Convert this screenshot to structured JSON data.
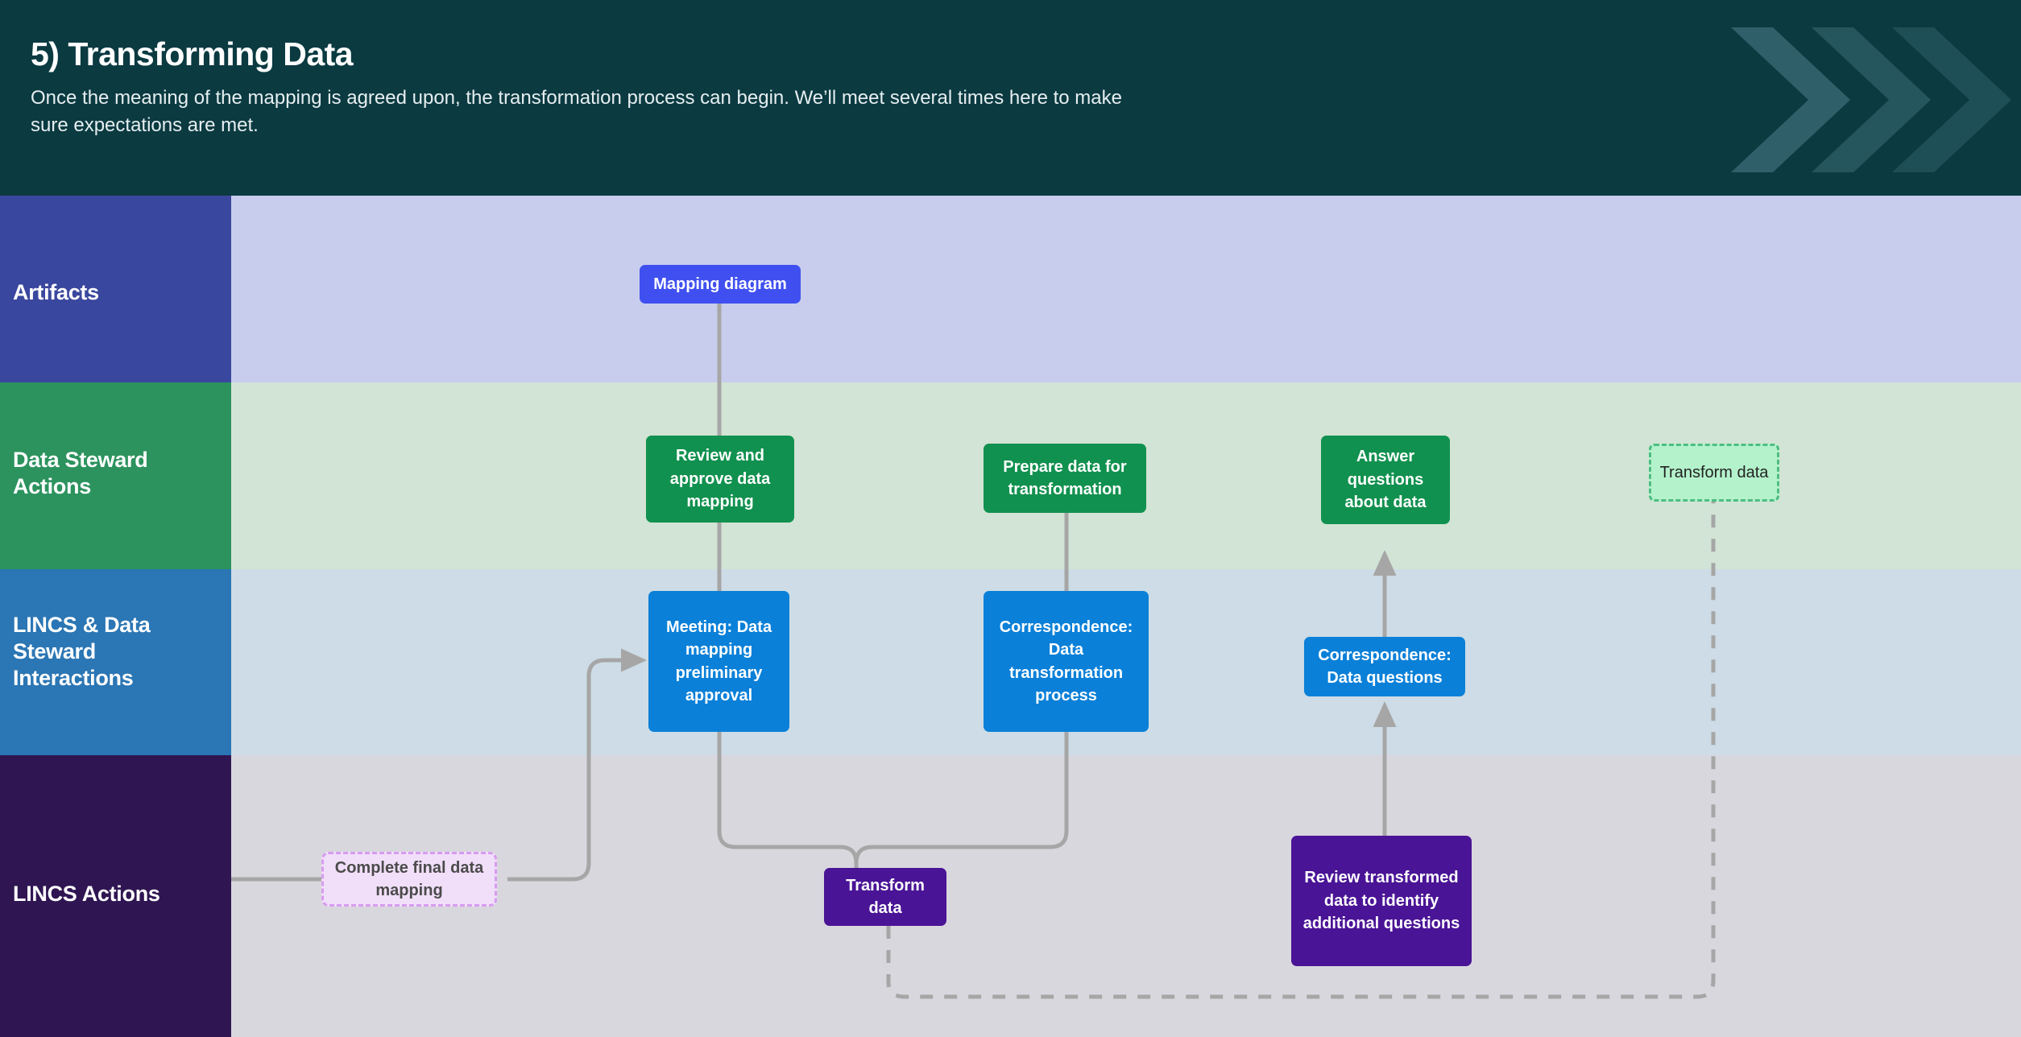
{
  "header": {
    "title": "5) Transforming Data",
    "subtitle": "Once the meaning of the mapping is agreed upon, the transformation process can begin. We’ll meet several times here to make sure expectations are met.",
    "background_color": "#0b3a41",
    "chevron_icon": "chevron-right-icon",
    "chevron_count": 3
  },
  "lanes": [
    {
      "id": "artifacts",
      "label": "Artifacts",
      "label_color": "#3a479e",
      "body_color": "#c8cdee"
    },
    {
      "id": "data-steward-actions",
      "label": "Data Steward Actions",
      "label_color": "#2c935e",
      "body_color": "#d2e4d5"
    },
    {
      "id": "lincs-data-steward-interactions",
      "label": "LINCS & Data Steward Interactions",
      "label_color": "#2b76b4",
      "body_color": "#cddce6"
    },
    {
      "id": "lincs-actions",
      "label": "LINCS Actions",
      "label_color": "#2f1652",
      "body_color": "#d9d7de"
    }
  ],
  "nodes": [
    {
      "id": "mapping-diagram",
      "label": "Mapping diagram",
      "lane": "artifacts",
      "style": "indigo",
      "color": "#4050f0"
    },
    {
      "id": "review-approve-data-mapping",
      "label": "Review and approve data mapping",
      "lane": "data-steward-actions",
      "style": "green",
      "color": "#11914f"
    },
    {
      "id": "prepare-data-for-transformation",
      "label": "Prepare data for transformation",
      "lane": "data-steward-actions",
      "style": "green",
      "color": "#11914f"
    },
    {
      "id": "answer-questions-about-data",
      "label": "Answer questions about data",
      "lane": "data-steward-actions",
      "style": "green",
      "color": "#11914f"
    },
    {
      "id": "transform-data-ghost",
      "label": "Transform data",
      "lane": "data-steward-actions",
      "style": "ghost-green",
      "color": "#b4f2cb"
    },
    {
      "id": "meeting-data-mapping-preliminary-approval",
      "label": "Meeting: Data mapping preliminary approval",
      "lane": "lincs-data-steward-interactions",
      "style": "blue",
      "color": "#0a80d8"
    },
    {
      "id": "correspondence-data-transformation-process",
      "label": "Correspondence: Data transformation process",
      "lane": "lincs-data-steward-interactions",
      "style": "blue",
      "color": "#0a80d8"
    },
    {
      "id": "correspondence-data-questions",
      "label": "Correspondence: Data questions",
      "lane": "lincs-data-steward-interactions",
      "style": "blue",
      "color": "#0a80d8"
    },
    {
      "id": "complete-final-data-mapping",
      "label": "Complete final data mapping",
      "lane": "lincs-actions",
      "style": "ghost-purple",
      "color": "#f1dff9"
    },
    {
      "id": "transform-data",
      "label": "Transform data",
      "lane": "lincs-actions",
      "style": "purple",
      "color": "#4a1496"
    },
    {
      "id": "review-transformed-data",
      "label": "Review transformed data to identify additional questions",
      "lane": "lincs-actions",
      "style": "purple",
      "color": "#4a1496"
    }
  ],
  "connectors": {
    "line_color": "#a6a6a6",
    "items": [
      {
        "from": "mapping-diagram",
        "to": "review-approve-data-mapping",
        "style": "solid",
        "arrow": false
      },
      {
        "from": "review-approve-data-mapping",
        "to": "meeting-data-mapping-preliminary-approval",
        "style": "solid",
        "arrow": false
      },
      {
        "from": "complete-final-data-mapping",
        "to": "meeting-data-mapping-preliminary-approval",
        "style": "solid",
        "arrow": true
      },
      {
        "from": "meeting-data-mapping-preliminary-approval",
        "to": "transform-data",
        "style": "solid",
        "arrow": false
      },
      {
        "from": "prepare-data-for-transformation",
        "to": "correspondence-data-transformation-process",
        "style": "solid",
        "arrow": false
      },
      {
        "from": "correspondence-data-transformation-process",
        "to": "transform-data",
        "style": "solid",
        "arrow": false
      },
      {
        "from": "review-transformed-data",
        "to": "correspondence-data-questions",
        "style": "solid",
        "arrow": true
      },
      {
        "from": "correspondence-data-questions",
        "to": "answer-questions-about-data",
        "style": "solid",
        "arrow": true
      },
      {
        "from": "transform-data",
        "to": "transform-data-ghost",
        "style": "dashed",
        "arrow": false
      }
    ]
  }
}
